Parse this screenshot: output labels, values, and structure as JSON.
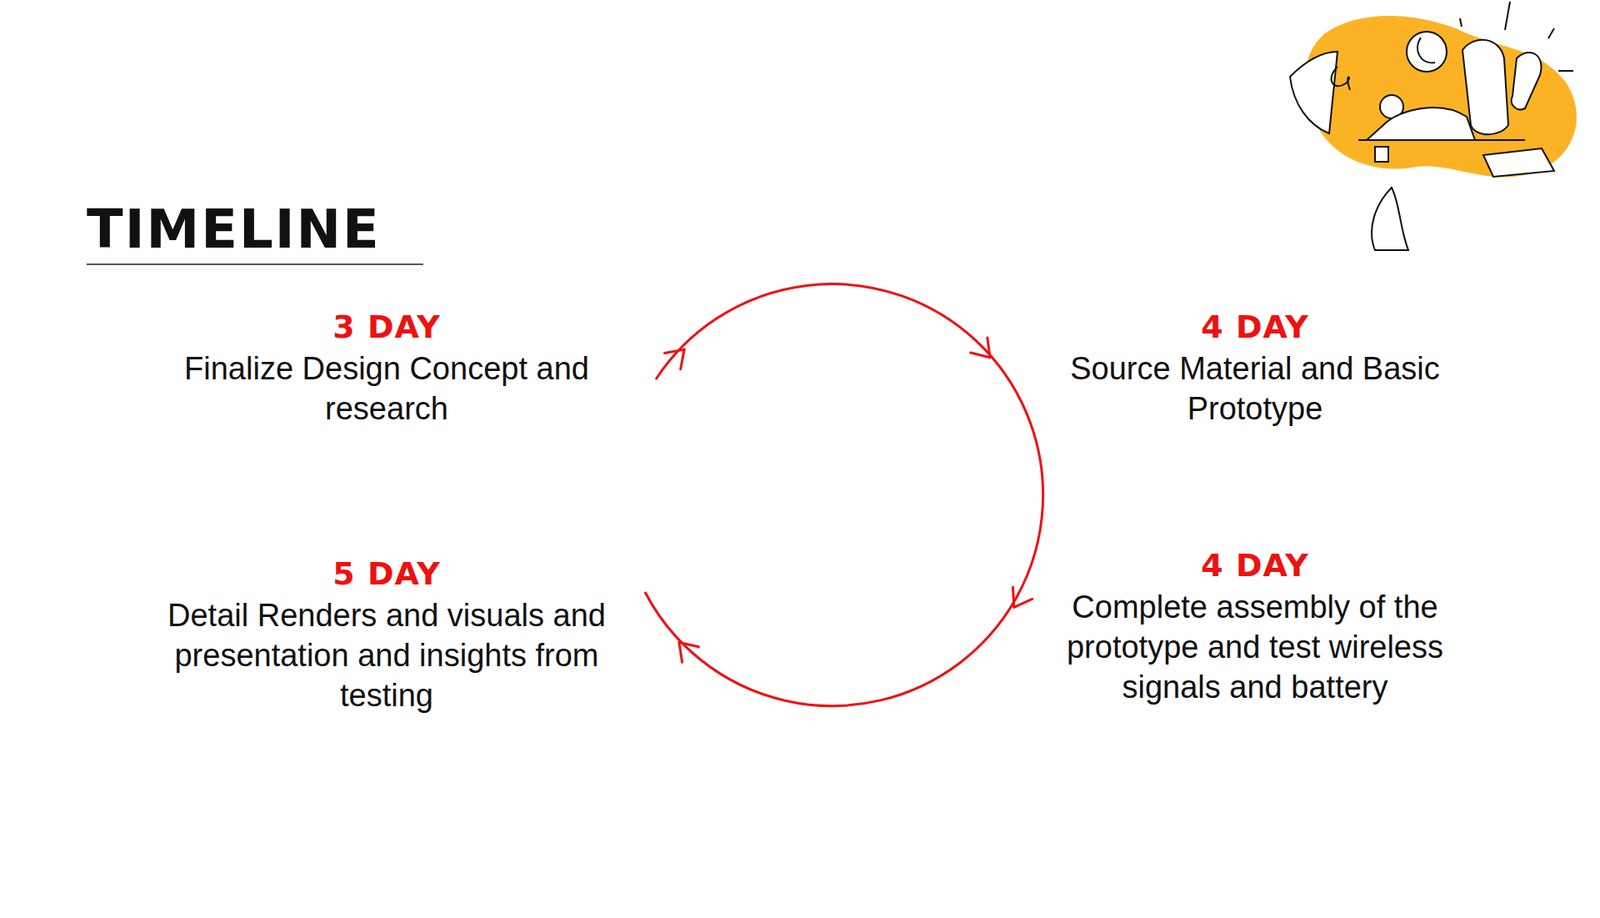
{
  "diagram": {
    "title": "TIMELINE",
    "labels": [
      "3 DAY",
      "Finalize Design Concept and research",
      "4 DAY",
      "Source Material and Basic Prototype",
      "4 DAY",
      "Complete assembly of the prototype and test wireless signals and battery",
      "5 DAY",
      "Detail Renders and visuals and presentation and insights from testing"
    ]
  }
}
